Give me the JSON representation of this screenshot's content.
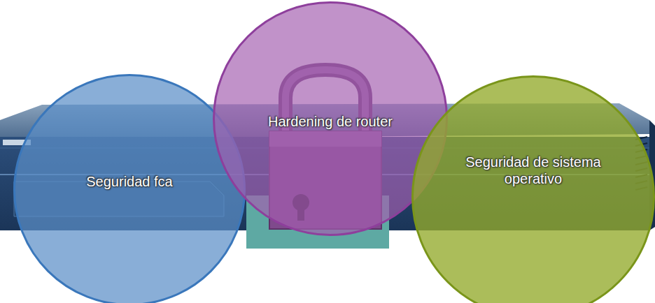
{
  "diagram": {
    "nodes": [
      {
        "text": [
          "Seguridad fca"
        ]
      },
      {
        "text": [
          "Hardening de router"
        ]
      },
      {
        "text": [
          "Seguridad de sistema operativo"
        ]
      }
    ]
  }
}
